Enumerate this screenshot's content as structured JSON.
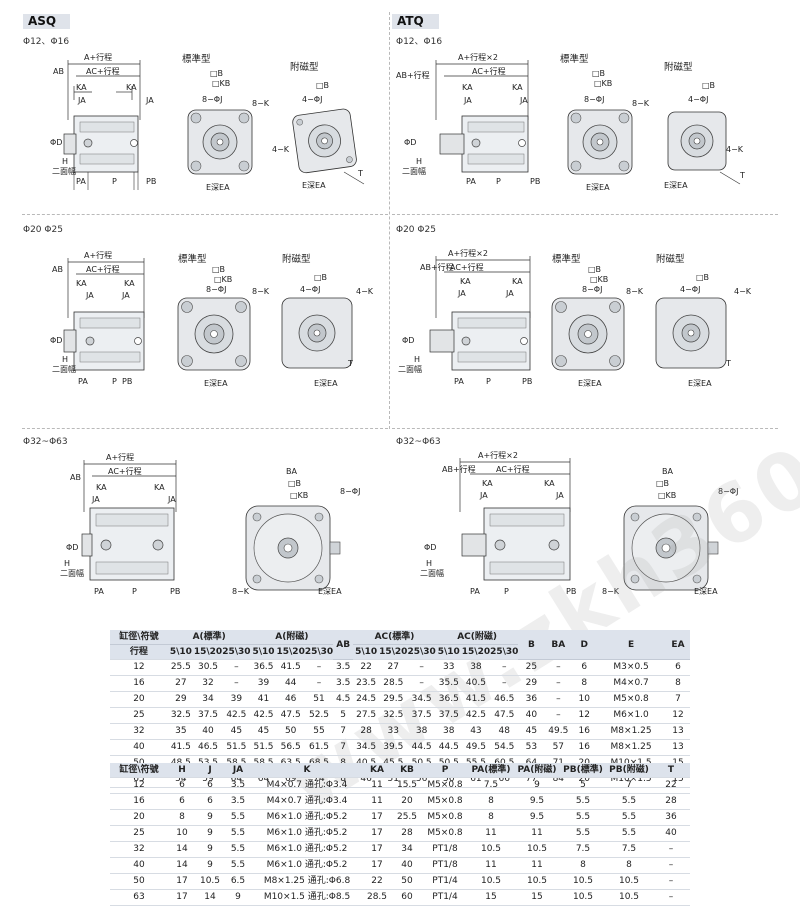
{
  "sections": {
    "asq": {
      "tag": "ASQ",
      "size1": "Φ12、Φ16",
      "size2": "Φ20  Φ25",
      "size3": "Φ32~Φ63"
    },
    "atq": {
      "tag": "ATQ",
      "size1": "Φ12、Φ16",
      "size2": "Φ20  Φ25",
      "size3": "Φ32~Φ63"
    }
  },
  "drawing_labels": {
    "standard": "標準型",
    "magnetic": "附磁型",
    "a_stroke": "A+行程",
    "a_stroke2": "A+行程×2",
    "ac_stroke": "AC+行程",
    "ab": "AB",
    "ab_stroke": "AB+行程",
    "ka": "KA",
    "ja": "JA",
    "phi_d": "ΦD",
    "h": "H",
    "two_flats": "二面幅",
    "pa": "PA",
    "p": "P",
    "pb": "PB",
    "b": "□B",
    "kb": "□KB",
    "eight_phi_j": "8−ΦJ",
    "four_phi_j": "4−ΦJ",
    "eight_k": "8−K",
    "four_k": "4−K",
    "e_depth_ea": "E深EA",
    "t": "T",
    "ba": "BA"
  },
  "watermark": "www.zkh360.com",
  "table1": {
    "header_row1": [
      "缸徑\\符號",
      "A(標準)",
      "A(附磁)",
      "AB",
      "AC(標準)",
      "AC(附磁)",
      "B",
      "BA",
      "D",
      "E",
      "EA"
    ],
    "header_row2": [
      "行程",
      "5\\10",
      "15\\20",
      "25\\30",
      "5\\10",
      "15\\20",
      "25\\30",
      "5\\10",
      "15\\20",
      "25\\30",
      "5\\10",
      "15\\20",
      "25\\30"
    ],
    "rows": [
      [
        "12",
        "25.5",
        "30.5",
        "–",
        "36.5",
        "41.5",
        "–",
        "3.5",
        "22",
        "27",
        "–",
        "33",
        "38",
        "–",
        "25",
        "–",
        "6",
        "M3×0.5",
        "6"
      ],
      [
        "16",
        "27",
        "32",
        "–",
        "39",
        "44",
        "–",
        "3.5",
        "23.5",
        "28.5",
        "–",
        "35.5",
        "40.5",
        "–",
        "29",
        "–",
        "8",
        "M4×0.7",
        "8"
      ],
      [
        "20",
        "29",
        "34",
        "39",
        "41",
        "46",
        "51",
        "4.5",
        "24.5",
        "29.5",
        "34.5",
        "36.5",
        "41.5",
        "46.5",
        "36",
        "–",
        "10",
        "M5×0.8",
        "7"
      ],
      [
        "25",
        "32.5",
        "37.5",
        "42.5",
        "42.5",
        "47.5",
        "52.5",
        "5",
        "27.5",
        "32.5",
        "37.5",
        "37.5",
        "42.5",
        "47.5",
        "40",
        "–",
        "12",
        "M6×1.0",
        "12"
      ],
      [
        "32",
        "35",
        "40",
        "45",
        "45",
        "50",
        "55",
        "7",
        "28",
        "33",
        "38",
        "38",
        "43",
        "48",
        "45",
        "49.5",
        "16",
        "M8×1.25",
        "13"
      ],
      [
        "40",
        "41.5",
        "46.5",
        "51.5",
        "51.5",
        "56.5",
        "61.5",
        "7",
        "34.5",
        "39.5",
        "44.5",
        "44.5",
        "49.5",
        "54.5",
        "53",
        "57",
        "16",
        "M8×1.25",
        "13"
      ],
      [
        "50",
        "48.5",
        "53.5",
        "58.5",
        "58.5",
        "63.5",
        "68.5",
        "8",
        "40.5",
        "45.5",
        "50.5",
        "50.5",
        "55.5",
        "60.5",
        "64",
        "71",
        "20",
        "M10×1.5",
        "15"
      ],
      [
        "63",
        "54",
        "59",
        "64",
        "64",
        "69",
        "74",
        "8",
        "46",
        "51",
        "56",
        "56",
        "61",
        "66",
        "77",
        "84",
        "20",
        "M10×1.5",
        "15"
      ]
    ]
  },
  "table2": {
    "headers": [
      "缸徑\\符號",
      "H",
      "J",
      "JA",
      "K",
      "KA",
      "KB",
      "P",
      "PA(標準)",
      "PA(附磁)",
      "PB(標準)",
      "PB(附磁)",
      "T"
    ],
    "rows": [
      [
        "12",
        "6",
        "6",
        "3.5",
        "M4×0.7 通孔:Φ3.4",
        "11",
        "15.5",
        "M5×0.8",
        "7.5",
        "9",
        "5",
        "7",
        "22"
      ],
      [
        "16",
        "6",
        "6",
        "3.5",
        "M4×0.7 通孔:Φ3.4",
        "11",
        "20",
        "M5×0.8",
        "8",
        "9.5",
        "5.5",
        "5.5",
        "28"
      ],
      [
        "20",
        "8",
        "9",
        "5.5",
        "M6×1.0 通孔:Φ5.2",
        "17",
        "25.5",
        "M5×0.8",
        "8",
        "9.5",
        "5.5",
        "5.5",
        "36"
      ],
      [
        "25",
        "10",
        "9",
        "5.5",
        "M6×1.0 通孔:Φ5.2",
        "17",
        "28",
        "M5×0.8",
        "11",
        "11",
        "5.5",
        "5.5",
        "40"
      ],
      [
        "32",
        "14",
        "9",
        "5.5",
        "M6×1.0 通孔:Φ5.2",
        "17",
        "34",
        "PT1/8",
        "10.5",
        "10.5",
        "7.5",
        "7.5",
        "–"
      ],
      [
        "40",
        "14",
        "9",
        "5.5",
        "M6×1.0 通孔:Φ5.2",
        "17",
        "40",
        "PT1/8",
        "11",
        "11",
        "8",
        "8",
        "–"
      ],
      [
        "50",
        "17",
        "10.5",
        "6.5",
        "M8×1.25 通孔:Φ6.8",
        "22",
        "50",
        "PT1/4",
        "10.5",
        "10.5",
        "10.5",
        "10.5",
        "–"
      ],
      [
        "63",
        "17",
        "14",
        "9",
        "M10×1.5 通孔:Φ8.5",
        "28.5",
        "60",
        "PT1/4",
        "15",
        "15",
        "10.5",
        "10.5",
        "–"
      ]
    ]
  }
}
